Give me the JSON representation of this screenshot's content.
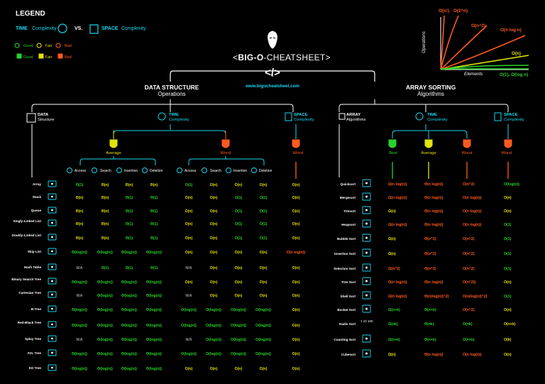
{
  "legend": {
    "title": "LEGEND",
    "time_word": "TIME",
    "time_rest": "Complexity",
    "vs": "VS.",
    "space_word": "SPACE",
    "space_rest": "Complexity",
    "ratings": [
      "Good",
      "Fair",
      "Bad"
    ],
    "colors": {
      "good": "#29d32b",
      "fair": "#e2e20a",
      "bad": "#ff5a1f",
      "accent": "#19d6ee"
    }
  },
  "logo": {
    "title_pre": "<",
    "title_bold": "BIG-O",
    "title_post": "-CHEATSHEET>",
    "code_glyph": "</>",
    "url": "www.bigocheatsheet.com"
  },
  "graph": {
    "ylabel": "Operations",
    "xlabel": "Elements",
    "curves": [
      "O(n!)",
      "O(2^n)",
      "O(n^2)",
      "O(n log n)",
      "O(n)",
      "O(1), O(log n)"
    ]
  },
  "ds": {
    "title": "DATA STRUCTURE",
    "subtitle": "Operations",
    "data_label": "DATA",
    "data_sub": "Structure",
    "time_label": "TIME",
    "time_sub": "Complexity",
    "space_label": "SPACE",
    "space_sub": "Complexity",
    "average": "Average",
    "worst": "Worst",
    "space_worst": "Worst",
    "ops": [
      "Access",
      "Search",
      "Insertion",
      "Deletion"
    ],
    "rows": [
      {
        "name": "Array",
        "cells": [
          [
            "Θ(1)",
            "g"
          ],
          [
            "Θ(n)",
            "y"
          ],
          [
            "Θ(n)",
            "y"
          ],
          [
            "Θ(n)",
            "y"
          ],
          [
            "O(1)",
            "g"
          ],
          [
            "O(n)",
            "y"
          ],
          [
            "O(n)",
            "y"
          ],
          [
            "O(n)",
            "y"
          ],
          [
            "O(n)",
            "y"
          ]
        ]
      },
      {
        "name": "Stack",
        "cells": [
          [
            "Θ(n)",
            "y"
          ],
          [
            "Θ(n)",
            "y"
          ],
          [
            "Θ(1)",
            "g"
          ],
          [
            "Θ(1)",
            "g"
          ],
          [
            "O(n)",
            "y"
          ],
          [
            "O(n)",
            "y"
          ],
          [
            "O(1)",
            "g"
          ],
          [
            "O(1)",
            "g"
          ],
          [
            "O(n)",
            "y"
          ]
        ]
      },
      {
        "name": "Queue",
        "cells": [
          [
            "Θ(n)",
            "y"
          ],
          [
            "Θ(n)",
            "y"
          ],
          [
            "Θ(1)",
            "g"
          ],
          [
            "Θ(1)",
            "g"
          ],
          [
            "O(n)",
            "y"
          ],
          [
            "O(n)",
            "y"
          ],
          [
            "O(1)",
            "g"
          ],
          [
            "O(1)",
            "g"
          ],
          [
            "O(n)",
            "y"
          ]
        ]
      },
      {
        "name": "Singly-Linked List",
        "cells": [
          [
            "Θ(n)",
            "y"
          ],
          [
            "Θ(n)",
            "y"
          ],
          [
            "Θ(1)",
            "g"
          ],
          [
            "Θ(1)",
            "g"
          ],
          [
            "O(n)",
            "y"
          ],
          [
            "O(n)",
            "y"
          ],
          [
            "O(1)",
            "g"
          ],
          [
            "O(1)",
            "g"
          ],
          [
            "O(n)",
            "y"
          ]
        ]
      },
      {
        "name": "Doubly-Linked List",
        "cells": [
          [
            "Θ(n)",
            "y"
          ],
          [
            "Θ(n)",
            "y"
          ],
          [
            "Θ(1)",
            "g"
          ],
          [
            "Θ(1)",
            "g"
          ],
          [
            "O(n)",
            "y"
          ],
          [
            "O(n)",
            "y"
          ],
          [
            "O(1)",
            "g"
          ],
          [
            "O(1)",
            "g"
          ],
          [
            "O(n)",
            "y"
          ]
        ]
      },
      {
        "name": "Skip List",
        "cells": [
          [
            "Θ(log(n))",
            "g"
          ],
          [
            "Θ(log(n))",
            "g"
          ],
          [
            "Θ(log(n))",
            "g"
          ],
          [
            "Θ(log(n))",
            "g"
          ],
          [
            "O(n)",
            "y"
          ],
          [
            "O(n)",
            "y"
          ],
          [
            "O(n)",
            "y"
          ],
          [
            "O(n)",
            "y"
          ],
          [
            "O(n log(n))",
            "o"
          ]
        ]
      },
      {
        "name": "Hash Table",
        "cells": [
          [
            "N/A",
            "gr"
          ],
          [
            "Θ(1)",
            "g"
          ],
          [
            "Θ(1)",
            "g"
          ],
          [
            "Θ(1)",
            "g"
          ],
          [
            "N/A",
            "gr"
          ],
          [
            "O(n)",
            "y"
          ],
          [
            "O(n)",
            "y"
          ],
          [
            "O(n)",
            "y"
          ],
          [
            "O(n)",
            "y"
          ]
        ]
      },
      {
        "name": "Binary Search Tree",
        "cells": [
          [
            "Θ(log(n))",
            "g"
          ],
          [
            "Θ(log(n))",
            "g"
          ],
          [
            "Θ(log(n))",
            "g"
          ],
          [
            "Θ(log(n))",
            "g"
          ],
          [
            "O(n)",
            "y"
          ],
          [
            "O(n)",
            "y"
          ],
          [
            "O(n)",
            "y"
          ],
          [
            "O(n)",
            "y"
          ],
          [
            "O(n)",
            "y"
          ]
        ]
      },
      {
        "name": "Cartesian Tree",
        "cells": [
          [
            "N/A",
            "gr"
          ],
          [
            "Θ(log(n))",
            "g"
          ],
          [
            "Θ(log(n))",
            "g"
          ],
          [
            "Θ(log(n))",
            "g"
          ],
          [
            "N/A",
            "gr"
          ],
          [
            "O(n)",
            "y"
          ],
          [
            "O(n)",
            "y"
          ],
          [
            "O(n)",
            "y"
          ],
          [
            "O(n)",
            "y"
          ]
        ]
      },
      {
        "name": "B-Tree",
        "cells": [
          [
            "Θ(log(n))",
            "g"
          ],
          [
            "Θ(log(n))",
            "g"
          ],
          [
            "Θ(log(n))",
            "g"
          ],
          [
            "Θ(log(n))",
            "g"
          ],
          [
            "O(log(n))",
            "g"
          ],
          [
            "O(log(n))",
            "g"
          ],
          [
            "O(log(n))",
            "g"
          ],
          [
            "O(log(n))",
            "g"
          ],
          [
            "O(n)",
            "y"
          ]
        ]
      },
      {
        "name": "Red-Black Tree",
        "cells": [
          [
            "Θ(log(n))",
            "g"
          ],
          [
            "Θ(log(n))",
            "g"
          ],
          [
            "Θ(log(n))",
            "g"
          ],
          [
            "Θ(log(n))",
            "g"
          ],
          [
            "O(log(n))",
            "g"
          ],
          [
            "O(log(n))",
            "g"
          ],
          [
            "O(log(n))",
            "g"
          ],
          [
            "O(log(n))",
            "g"
          ],
          [
            "O(n)",
            "y"
          ]
        ]
      },
      {
        "name": "Splay Tree",
        "cells": [
          [
            "N/A",
            "gr"
          ],
          [
            "Θ(log(n))",
            "g"
          ],
          [
            "Θ(log(n))",
            "g"
          ],
          [
            "Θ(log(n))",
            "g"
          ],
          [
            "N/A",
            "gr"
          ],
          [
            "O(log(n))",
            "g"
          ],
          [
            "O(log(n))",
            "g"
          ],
          [
            "O(log(n))",
            "g"
          ],
          [
            "O(n)",
            "y"
          ]
        ]
      },
      {
        "name": "AVL Tree",
        "cells": [
          [
            "Θ(log(n))",
            "g"
          ],
          [
            "Θ(log(n))",
            "g"
          ],
          [
            "Θ(log(n))",
            "g"
          ],
          [
            "Θ(log(n))",
            "g"
          ],
          [
            "O(log(n))",
            "g"
          ],
          [
            "O(log(n))",
            "g"
          ],
          [
            "O(log(n))",
            "g"
          ],
          [
            "O(log(n))",
            "g"
          ],
          [
            "O(n)",
            "y"
          ]
        ]
      },
      {
        "name": "KD Tree",
        "cells": [
          [
            "Θ(log(n))",
            "g"
          ],
          [
            "Θ(log(n))",
            "g"
          ],
          [
            "Θ(log(n))",
            "g"
          ],
          [
            "Θ(log(n))",
            "g"
          ],
          [
            "O(n)",
            "y"
          ],
          [
            "O(n)",
            "y"
          ],
          [
            "O(n)",
            "y"
          ],
          [
            "O(n)",
            "y"
          ],
          [
            "O(n)",
            "y"
          ]
        ]
      }
    ]
  },
  "sort": {
    "title": "ARRAY SORTING",
    "subtitle": "Algorithms",
    "array_label": "ARRAY",
    "array_sub": "Algorithms",
    "time_label": "TIME",
    "time_sub": "Complexity",
    "space_label": "SPACE",
    "space_sub": "Complexity",
    "cols": [
      "Best",
      "Average",
      "Worst",
      "Worst"
    ],
    "rows": [
      {
        "name": "Quicksort",
        "cells": [
          [
            "Ω(n log(n))",
            "o"
          ],
          [
            "Θ(n log(n))",
            "o"
          ],
          [
            "O(n^2)",
            "o"
          ],
          [
            "O(log(n))",
            "g"
          ]
        ]
      },
      {
        "name": "Mergesort",
        "cells": [
          [
            "Ω(n log(n))",
            "o"
          ],
          [
            "Θ(n log(n))",
            "o"
          ],
          [
            "O(n log(n))",
            "o"
          ],
          [
            "O(n)",
            "y"
          ]
        ]
      },
      {
        "name": "Timsort",
        "cells": [
          [
            "Ω(n)",
            "y"
          ],
          [
            "Θ(n log(n))",
            "o"
          ],
          [
            "O(n log(n))",
            "o"
          ],
          [
            "O(n)",
            "y"
          ]
        ]
      },
      {
        "name": "Heapsort",
        "cells": [
          [
            "Ω(n log(n))",
            "o"
          ],
          [
            "Θ(n log(n))",
            "o"
          ],
          [
            "O(n log(n))",
            "o"
          ],
          [
            "O(1)",
            "g"
          ]
        ]
      },
      {
        "name": "Bubble Sort",
        "cells": [
          [
            "Ω(n)",
            "y"
          ],
          [
            "Θ(n^2)",
            "o"
          ],
          [
            "O(n^2)",
            "o"
          ],
          [
            "O(1)",
            "g"
          ]
        ]
      },
      {
        "name": "Insertion Sort",
        "cells": [
          [
            "Ω(n)",
            "y"
          ],
          [
            "Θ(n^2)",
            "o"
          ],
          [
            "O(n^2)",
            "o"
          ],
          [
            "O(1)",
            "g"
          ]
        ]
      },
      {
        "name": "Selection Sort",
        "cells": [
          [
            "Ω(n^2)",
            "o"
          ],
          [
            "Θ(n^2)",
            "o"
          ],
          [
            "O(n^2)",
            "o"
          ],
          [
            "O(1)",
            "g"
          ]
        ]
      },
      {
        "name": "Tree Sort",
        "cells": [
          [
            "Ω(n log(n))",
            "o"
          ],
          [
            "Θ(n log(n))",
            "o"
          ],
          [
            "O(n^2))",
            "o"
          ],
          [
            "O(n)",
            "y"
          ]
        ]
      },
      {
        "name": "Shell Sort",
        "cells": [
          [
            "Ω(n log(n))",
            "o"
          ],
          [
            "Θ(n(log(n))^2)",
            "o"
          ],
          [
            "O(n(log(n))^2)",
            "o"
          ],
          [
            "O(1)",
            "g"
          ]
        ]
      },
      {
        "name": "Bucket Sort",
        "cells": [
          [
            "Ω(n+k)",
            "g"
          ],
          [
            "Θ(n+k)",
            "g"
          ],
          [
            "O(n^2)",
            "o"
          ],
          [
            "O(n)",
            "y"
          ]
        ]
      },
      {
        "name": "Radix Sort",
        "cells": [
          [
            "Ω(nk)",
            "g"
          ],
          [
            "Θ(nk)",
            "g"
          ],
          [
            "O(nk)",
            "g"
          ],
          [
            "O(n+k)",
            "y"
          ]
        ]
      },
      {
        "name": "Counting Sort",
        "cells": [
          [
            "Ω(n+k)",
            "g"
          ],
          [
            "Θ(n+k)",
            "g"
          ],
          [
            "O(n+k)",
            "g"
          ],
          [
            "O(k)",
            "y"
          ]
        ]
      },
      {
        "name": "Cubesort",
        "cells": [
          [
            "Ω(n)",
            "y"
          ],
          [
            "Θ(n log(n))",
            "o"
          ],
          [
            "O(n log(n))",
            "o"
          ],
          [
            "O(n)",
            "y"
          ]
        ]
      }
    ],
    "radix_icon_text": "1 10 100"
  }
}
